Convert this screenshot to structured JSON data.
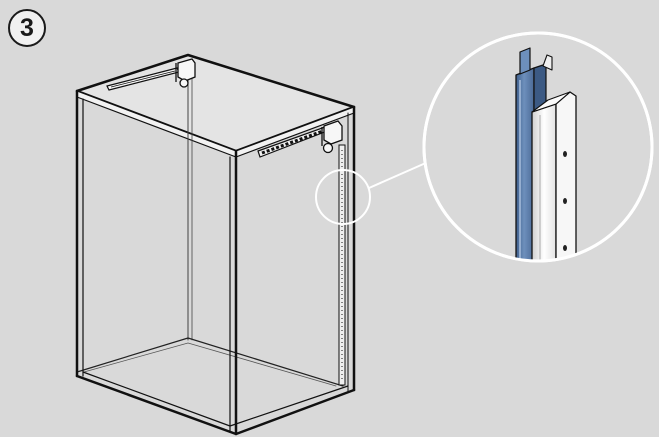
{
  "step": {
    "number": "3"
  },
  "colors": {
    "background": "#d9d9d9",
    "outline": "#111111",
    "panel_edge": "#f2f2f2",
    "blue_strip": "#5e7ea8",
    "callout_circle": "#ffffff"
  },
  "icons": {
    "step_badge": "numbered-circle",
    "cabinet": "cabinet-frame-drawing",
    "detail": "magnifier-callout"
  }
}
